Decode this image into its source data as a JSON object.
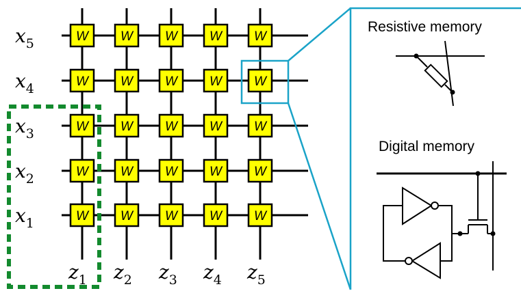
{
  "crossbar": {
    "cell_label": "W",
    "rows": [
      {
        "var": "x",
        "sub": "5"
      },
      {
        "var": "x",
        "sub": "4"
      },
      {
        "var": "x",
        "sub": "3"
      },
      {
        "var": "x",
        "sub": "2"
      },
      {
        "var": "x",
        "sub": "1"
      }
    ],
    "columns": [
      {
        "var": "z",
        "sub": "1"
      },
      {
        "var": "z",
        "sub": "2"
      },
      {
        "var": "z",
        "sub": "3"
      },
      {
        "var": "z",
        "sub": "4"
      },
      {
        "var": "z",
        "sub": "5"
      }
    ]
  },
  "zoom_panel": {
    "resistive_title": "Resistive memory",
    "digital_title": "Digital memory"
  },
  "colors": {
    "cell_fill": "#ffff00",
    "zoom_outline": "#1aa3c8",
    "column_highlight": "#138a2e"
  }
}
